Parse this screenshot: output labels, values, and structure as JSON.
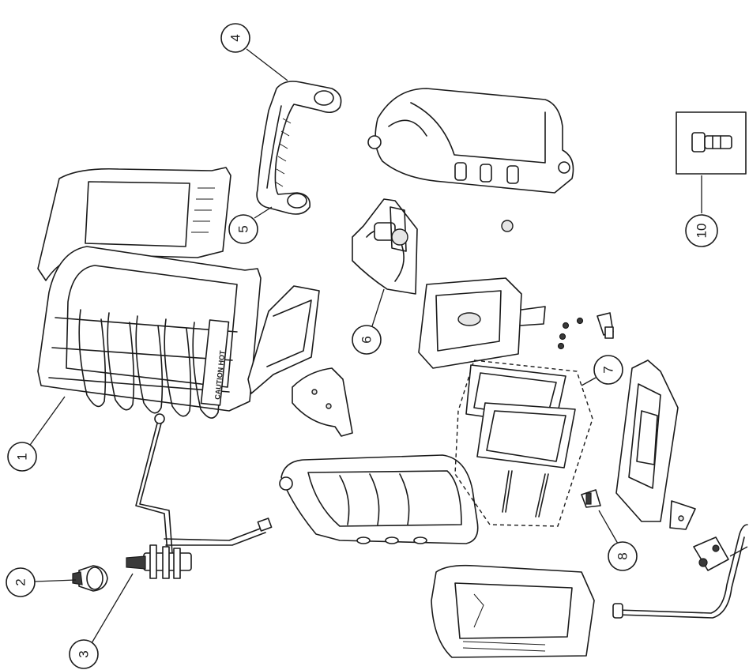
{
  "diagram": {
    "callouts": [
      {
        "id": "1",
        "label": "1"
      },
      {
        "id": "2",
        "label": "2"
      },
      {
        "id": "3",
        "label": "3"
      },
      {
        "id": "4",
        "label": "4"
      },
      {
        "id": "5",
        "label": "5"
      },
      {
        "id": "6",
        "label": "6"
      },
      {
        "id": "7",
        "label": "7"
      },
      {
        "id": "8",
        "label": "8"
      },
      {
        "id": "10",
        "label": "10"
      }
    ],
    "guard_stamp": "CAUTION HOT"
  }
}
